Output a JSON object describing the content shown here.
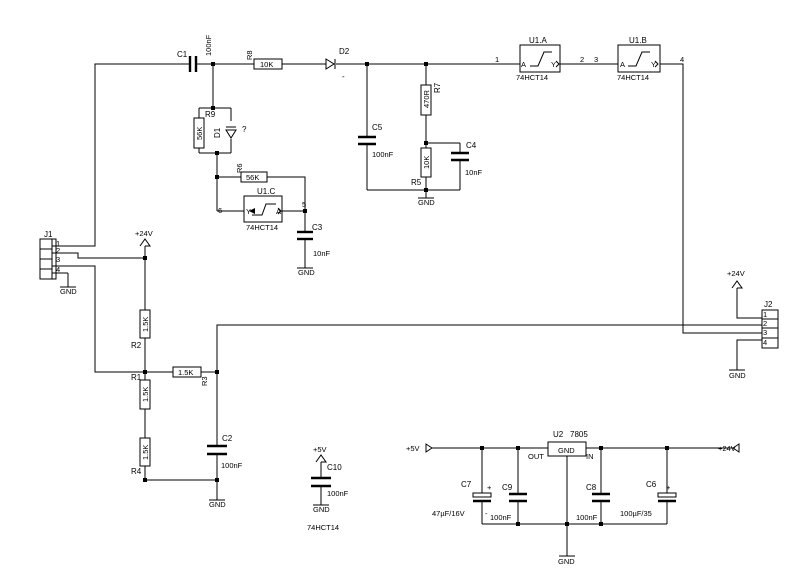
{
  "labels": {
    "C1": "C1",
    "C1v": "100nF",
    "R8": "R8",
    "R8v": "10K",
    "D2": "D2",
    "D2m": "-",
    "R9": "R9",
    "R9v": "56K",
    "D1": "D1",
    "D1m": "?",
    "R6": "R6",
    "R6v": "56K",
    "U1C": "U1.C",
    "U1Cp": "74HCT14",
    "pin6": "6",
    "pin5": "5",
    "C3": "C3",
    "C3v": "10nF",
    "C5": "C5",
    "C5v": "100nF",
    "R7": "R7",
    "R7v": "470R",
    "C4": "C4",
    "C4v": "10nF",
    "R5": "R5",
    "R5v": "10K",
    "U1A": "U1.A",
    "U1Ap": "74HCT14",
    "U1B": "U1.B",
    "U1Bp": "74HCT14",
    "pin1": "1",
    "pin2": "2",
    "pin3": "3",
    "pin4": "4",
    "pinA1": "A",
    "pinY1": "Y",
    "pinA2": "A",
    "pinY2": "Y",
    "pinA3": "A",
    "pinY3": "Y",
    "J1": "J1",
    "J2": "J2",
    "j1p1": "1",
    "j1p2": "2",
    "j1p3": "3",
    "j1p4": "4",
    "j2p1": "1",
    "j2p2": "2",
    "j2p3": "3",
    "j2p4": "4",
    "pwr24a": "+24V",
    "pwr24b": "+24V",
    "R2": "R2",
    "R2v": "1.5K",
    "R1": "R1",
    "R1v": "1.5K",
    "R3": "R3",
    "R3v": "1.5K",
    "R4": "R4",
    "R4v": "1.5K",
    "C2": "C2",
    "C2v": "100nF",
    "pwr5": "+5V",
    "C10": "C10",
    "C10v": "100nF",
    "C10p": "74HCT14",
    "U2": "U2",
    "U2p": "7805",
    "OUT": "OUT",
    "GNDpin": "GND",
    "IN": "IN",
    "plus5": "+5V",
    "plus24": "+24V",
    "C7": "C7",
    "C7v": "47µF/16V",
    "C9": "C9",
    "C9v": "100nF",
    "C8": "C8",
    "C8v": "100nF",
    "C6": "C6",
    "C6v": "100µF/35",
    "gnd": "GND",
    "plus": "+",
    "minus": "-"
  }
}
